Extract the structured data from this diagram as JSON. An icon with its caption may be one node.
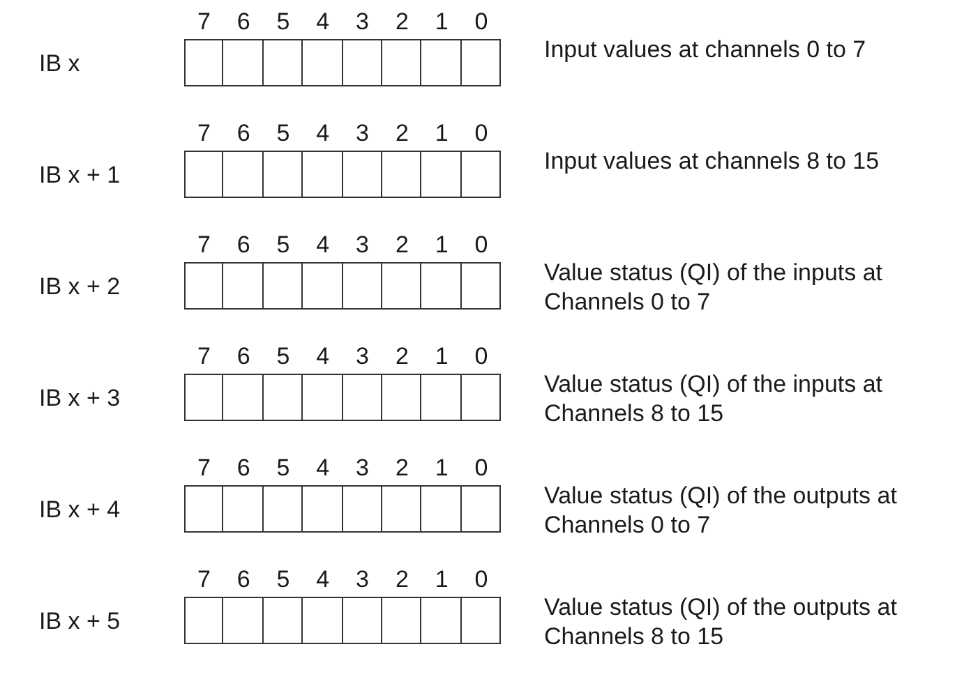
{
  "diagram": {
    "labels": [
      "7",
      "6",
      "5",
      "4",
      "3",
      "2",
      "1",
      "0",
      "IB x",
      "Input values at channels 0 to 7",
      "7",
      "6",
      "5",
      "4",
      "3",
      "2",
      "1",
      "0",
      "IB x + 1",
      "Input values at channels 8 to 15",
      "7",
      "6",
      "5",
      "4",
      "3",
      "2",
      "1",
      "0",
      "IB x + 2",
      "Value status (QI) of the inputs at Channels 0 to 7",
      "7",
      "6",
      "5",
      "4",
      "3",
      "2",
      "1",
      "0",
      "IB x + 3",
      "Value status (QI) of the inputs at Channels 8 to 15",
      "7",
      "6",
      "5",
      "4",
      "3",
      "2",
      "1",
      "0",
      "IB x + 4",
      "Value status (QI) of the outputs at Channels 0 to 7",
      "7",
      "6",
      "5",
      "4",
      "3",
      "2",
      "1",
      "0",
      "IB x + 5",
      "Value status (QI) of the outputs at Channels 8 to 15"
    ]
  }
}
